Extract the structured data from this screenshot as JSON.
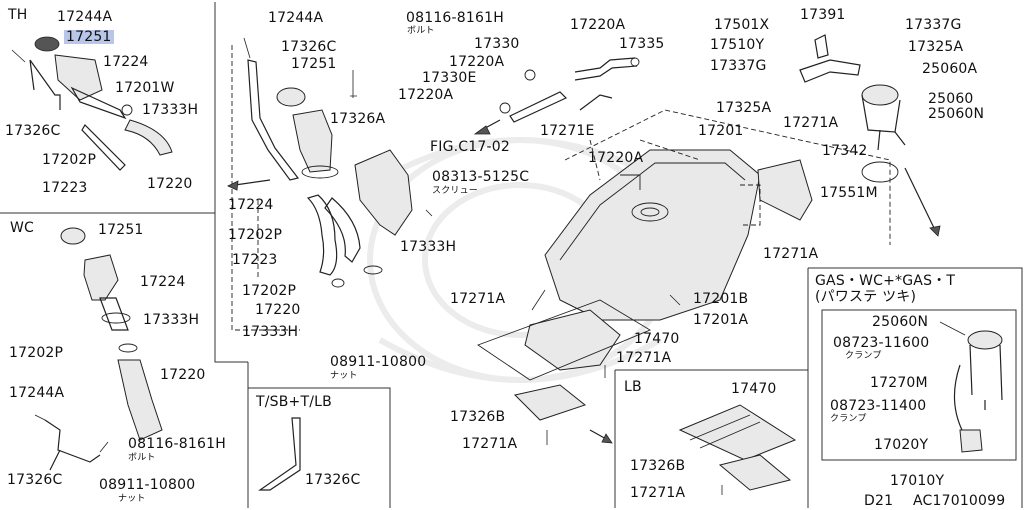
{
  "sections": {
    "th": "TH",
    "wc": "WC",
    "tsb": "T/SB+T/LB",
    "lb": "LB",
    "gas": "GAS・WC+*GAS・T",
    "gas_note": "(パワステ ツキ)"
  },
  "footer": {
    "model": "D21",
    "code": "AC17010099"
  },
  "labels": {
    "th_17244a": "17244A",
    "th_17251": "17251",
    "th_17224": "17224",
    "th_17201w": "17201W",
    "th_17333h": "17333H",
    "th_17326c": "17326C",
    "th_17202p": "17202P",
    "th_17223": "17223",
    "th_17220": "17220",
    "wc_17251": "17251",
    "wc_17224": "17224",
    "wc_17333h": "17333H",
    "wc_17202p": "17202P",
    "wc_17220": "17220",
    "wc_17244a": "17244A",
    "wc_08116": "08116-8161H",
    "wc_bolt": "ボルト",
    "wc_17326c": "17326C",
    "wc_08911": "08911-10800",
    "wc_nut": "ナット",
    "c_17244a": "17244A",
    "c_17326c": "17326C",
    "c_17251": "17251",
    "c_17326a": "17326A",
    "c_08116": "08116-8161H",
    "c_bolt": "ボルト",
    "c_17224": "17224",
    "c_17202p": "17202P",
    "c_17223": "17223",
    "c_17333h": "17333H",
    "c_08313": "08313-5125C",
    "c_screw": "スクリュー",
    "c_17202p2": "17202P",
    "c_17220": "17220",
    "c_17333h2": "17333H",
    "c_08911": "08911-10800",
    "c_nut": "ナット",
    "f_17220a_top": "17220A",
    "f_17330": "17330",
    "f_17335": "17335",
    "f_17220a_2": "17220A",
    "f_17330e": "17330E",
    "f_17220a_3": "17220A",
    "f_17271e": "17271E",
    "f_fig": "FIG.C17-02",
    "t_17201": "17201",
    "t_17220a": "17220A",
    "t_17271a_1": "17271A",
    "t_17201b": "17201B",
    "t_17201a": "17201A",
    "t_17470": "17470",
    "t_17271a_2": "17271A",
    "t_17326b": "17326B",
    "t_17271a_3": "17271A",
    "r_17501x": "17501X",
    "r_17391": "17391",
    "r_17337g": "17337G",
    "r_17510y": "17510Y",
    "r_17325a": "17325A",
    "r_17337g2": "17337G",
    "r_25060a": "25060A",
    "r_17325a2": "17325A",
    "r_25060": "25060",
    "r_25060n": "25060N",
    "r_17271a": "17271A",
    "r_17342": "17342",
    "r_17551m": "17551M",
    "r_17271a_2": "17271A",
    "lb_17470": "17470",
    "lb_17326b": "17326B",
    "lb_17271a": "17271A",
    "tsb_17326c": "17326C",
    "g_25060n": "25060N",
    "g_08723_11600": "08723-11600",
    "g_clamp1": "クランプ",
    "g_17270m": "17270M",
    "g_08723_11400": "08723-11400",
    "g_clamp2": "クランプ",
    "g_17020y": "17020Y",
    "g_17010y": "17010Y"
  }
}
